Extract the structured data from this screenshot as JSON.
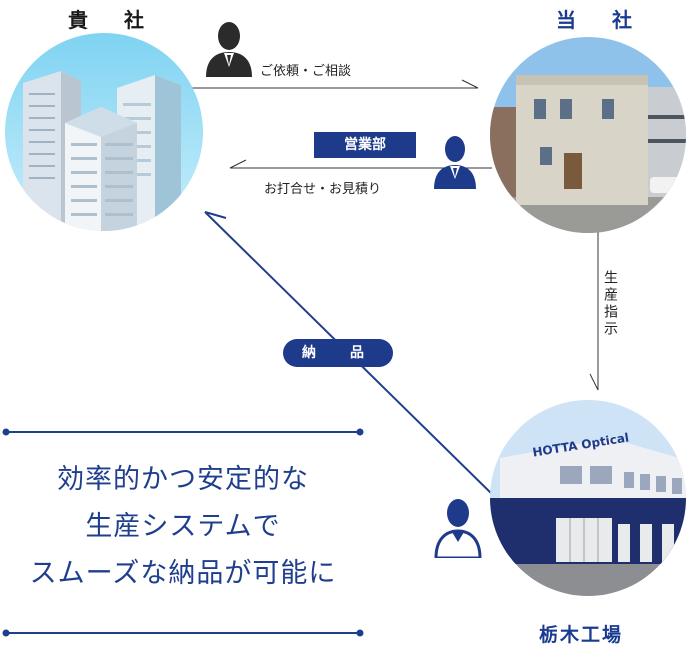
{
  "nodes": {
    "client_label": "貴　社",
    "company_label": "当　社",
    "factory_label": "栃木工場"
  },
  "flows": {
    "request": "ご依頼・ご相談",
    "meeting": "お打合せ・お見積り",
    "sales_dept": "営業部",
    "production": "生産指示",
    "delivery": "納　品"
  },
  "building_sign": "HOTTA Optical",
  "headline": {
    "line1": "効率的かつ安定的な",
    "line2": "生産システムで",
    "line3": "スムーズな納品が可能に"
  },
  "colors": {
    "navy": "#1e3a8a",
    "line": "#1f3f8e"
  }
}
